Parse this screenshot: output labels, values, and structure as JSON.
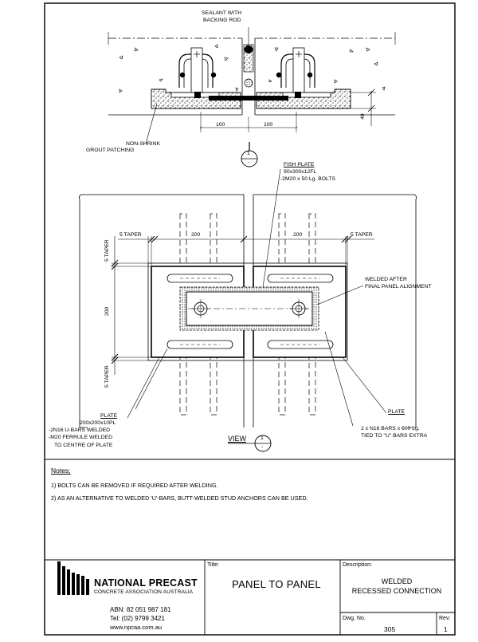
{
  "section": {
    "sealant_label": "SEALANT WITH",
    "sealant_label_2": "BACKING ROD",
    "grout_label": "NON-SHRINK",
    "grout_label_2": "GROUT PATCHING",
    "dim_left": "100",
    "dim_right": "100",
    "dim_depth": "40",
    "section_marker_top": "1",
    "section_marker_bottom": "-"
  },
  "view": {
    "fish_plate_title": "FISH PLATE",
    "fish_plate_size": "90x300x12FL",
    "fish_plate_bolts": "-2M20 x 50 Lg. BOLTS",
    "taper_left": "5 TAPER",
    "taper_right": "5 TAPER",
    "taper_v_top": "5 TAPER",
    "taper_v_bottom": "5 TAPER",
    "dim_200_left": "200",
    "dim_200_right": "200",
    "dim_200_vertical": "200",
    "welded_after_1": "WELDED AFTER",
    "welded_after_2": "FINAL PANEL ALIGNMENT",
    "plate_left_title": "PLATE",
    "plate_left_1": "200x200x10PL",
    "plate_left_2": "-2N16  U-BARS WELDED",
    "plate_left_3": "-M20 FERRULE WELDED",
    "plate_left_4": "TO CENTRE OF PLATE",
    "plate_right_title": "PLATE",
    "bars_1": "2 x N16 BARS x 600 Lg.",
    "bars_2": "TIED TO \"U\" BARS EXTRA",
    "view_label": "VIEW",
    "view_marker_top": "1",
    "view_marker_bottom": "-"
  },
  "notes": {
    "title": "Notes;",
    "items": [
      "1) BOLTS CAN BE REMOVED IF REQUIRED AFTER WELDING.",
      "2) AS AN ALTERNATIVE TO WELDED 'U'-BARS,   BUTT-WELDED STUD ANCHORS CAN BE USED."
    ]
  },
  "title_block": {
    "brand_name": "NATIONAL PRECAST",
    "brand_sub": "CONCRETE ASSOCIATION AUSTRALIA",
    "abn": "ABN: 82 051 987 181",
    "tel": "Tel: (02) 9799 3421",
    "web": "www.npcaa.com.au",
    "title_label": "Title:",
    "title": "PANEL  TO PANEL",
    "description_label": "Description:",
    "description_1": "WELDED",
    "description_2": "RECESSED CONNECTION",
    "dwg_label": "Dwg. No.",
    "dwg_no": "305",
    "rev_label": "Rev:",
    "rev": "1"
  }
}
